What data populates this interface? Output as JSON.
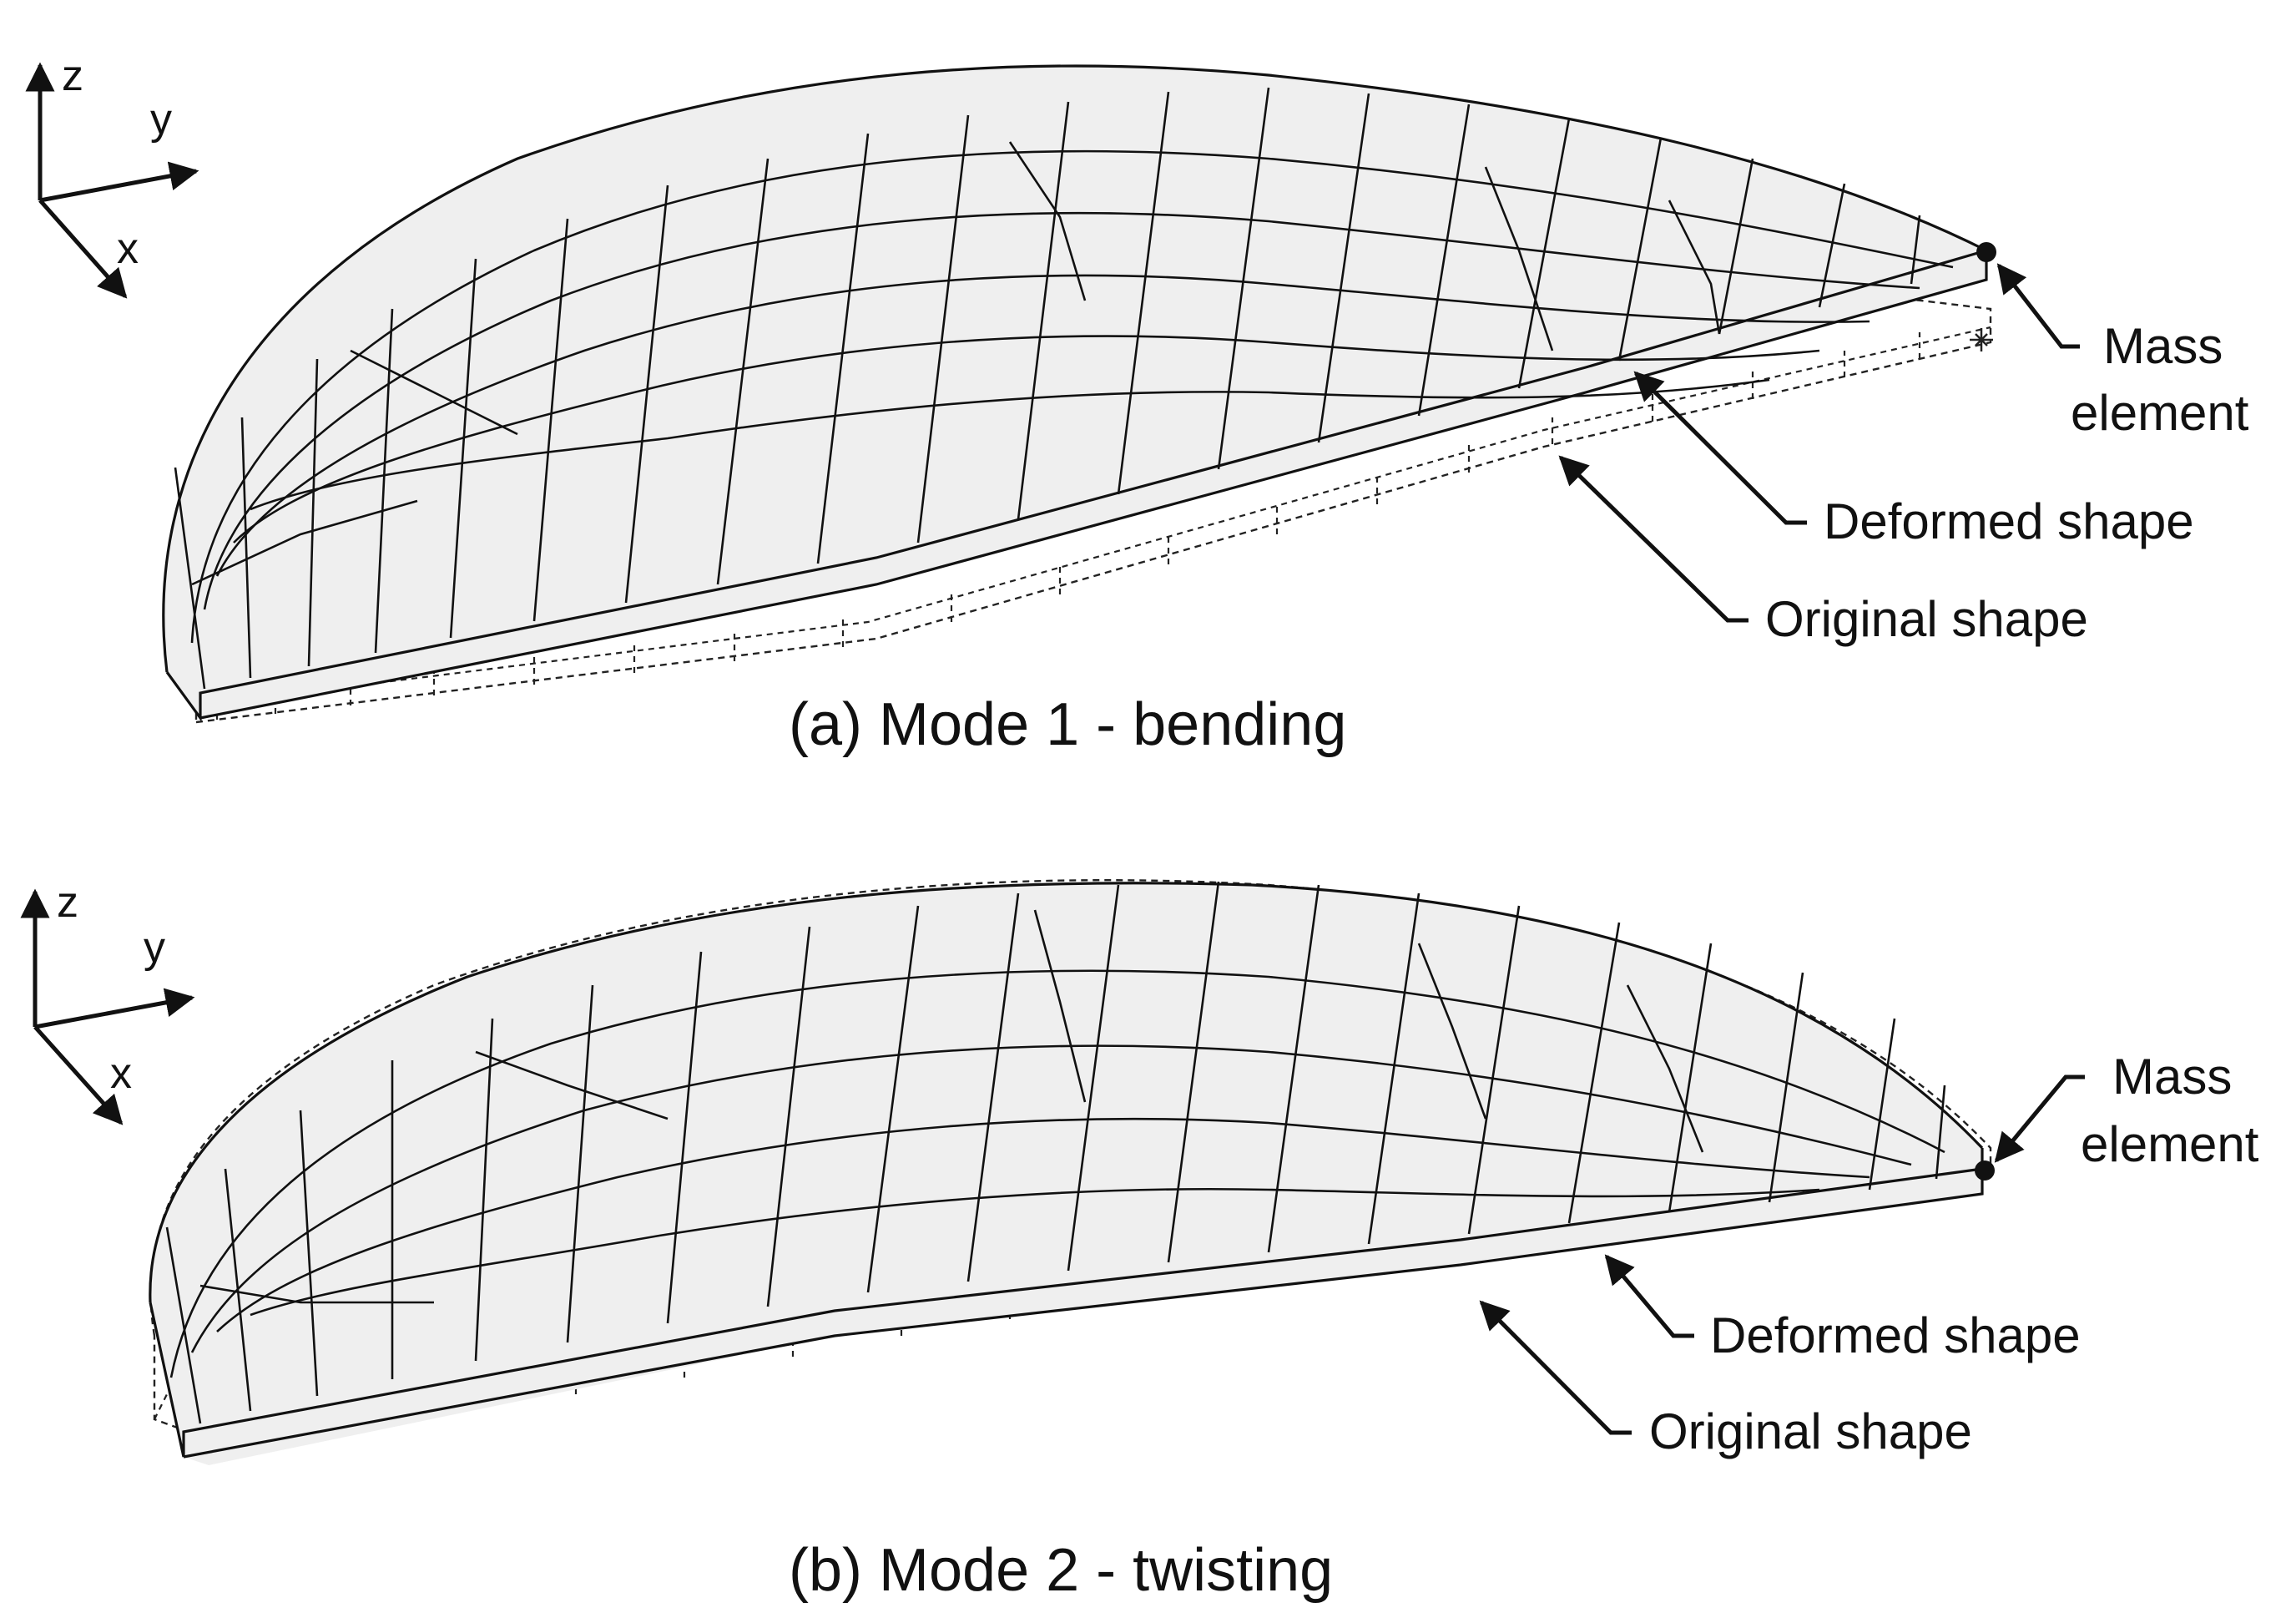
{
  "axes_triad": {
    "z_label": "z",
    "y_label": "y",
    "x_label": "x"
  },
  "panels": [
    {
      "id": "a",
      "caption": "(a) Mode 1 - bending",
      "callouts": {
        "mass": [
          "Mass",
          "element"
        ],
        "deformed": "Deformed shape",
        "original": "Original shape"
      }
    },
    {
      "id": "b",
      "caption": "(b) Mode 2 - twisting",
      "callouts": {
        "mass": [
          "Mass",
          "element"
        ],
        "deformed": "Deformed shape",
        "original": "Original shape"
      }
    }
  ],
  "colors": {
    "plate_fill": "#efefef",
    "mesh_line": "#111111",
    "background": "#ffffff"
  }
}
